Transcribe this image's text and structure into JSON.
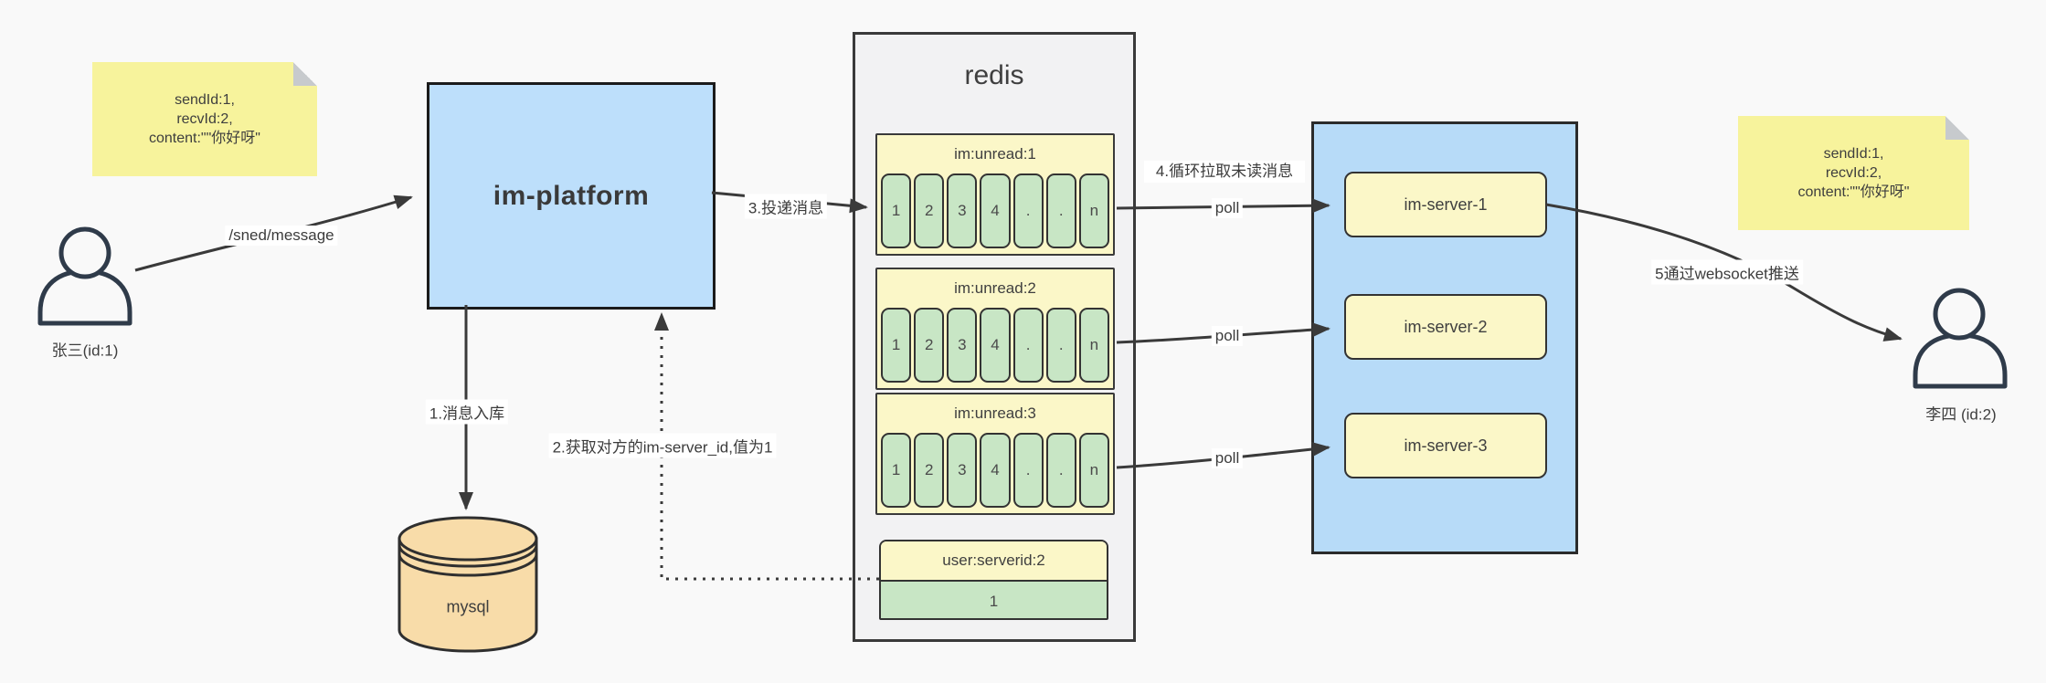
{
  "canvas": {
    "background": "#f9f9f9"
  },
  "actors": {
    "sender": {
      "label": "张三(id:1)"
    },
    "receiver": {
      "label": "李四 (id:2)"
    }
  },
  "notes": {
    "left": {
      "line1": "sendId:1,",
      "line2": "recvId:2,",
      "line3": "content:\"\"你好呀\""
    },
    "right": {
      "line1": "sendId:1,",
      "line2": "recvId:2,",
      "line3": "content:\"\"你好呀\""
    }
  },
  "platform": {
    "label": "im-platform"
  },
  "database": {
    "label": "mysql"
  },
  "redis": {
    "title": "redis",
    "queues": [
      {
        "header": "im:unread:1",
        "cells": [
          "1",
          "2",
          "3",
          "4",
          ".",
          ".",
          "n"
        ]
      },
      {
        "header": "im:unread:2",
        "cells": [
          "1",
          "2",
          "3",
          "4",
          ".",
          ".",
          "n"
        ]
      },
      {
        "header": "im:unread:3",
        "cells": [
          "1",
          "2",
          "3",
          "4",
          ".",
          ".",
          "n"
        ]
      }
    ],
    "mapping": {
      "header": "user:serverid:2",
      "value": "1"
    }
  },
  "servers": {
    "items": [
      {
        "label": "im-server-1"
      },
      {
        "label": "im-server-2"
      },
      {
        "label": "im-server-3"
      }
    ]
  },
  "edges": {
    "send_api": "/sned/message",
    "step1": "1.消息入库",
    "step2": "2.获取对方的im-server_id,值为1",
    "step3": "3.投递消息",
    "step4": "4.循环拉取未读消息",
    "step5": "5通过websocket推送",
    "poll1": "poll",
    "poll2": "poll",
    "poll3": "poll"
  },
  "colors": {
    "note": "#f7f39c",
    "platform_blue": "#bddffb",
    "server_blue": "#b7dbf8",
    "queue_yellow": "#fbf7c8",
    "cell_green": "#c8e6c5",
    "mysql_tan": "#f8dca9",
    "stroke": "#3a3a3a"
  }
}
